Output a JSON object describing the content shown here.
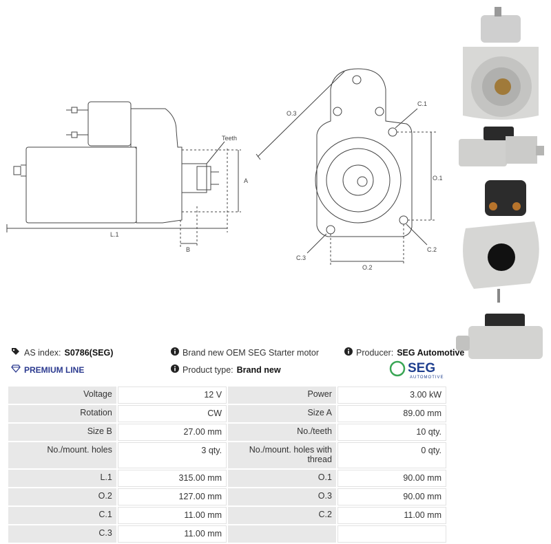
{
  "drawing": {
    "side_labels": {
      "teeth": "Teeth",
      "a": "A",
      "l1": "L.1",
      "b": "B"
    },
    "front_labels": {
      "o3": "O.3",
      "c1": "C.1",
      "o1": "O.1",
      "c2": "C.2",
      "c3": "C.3",
      "o2": "O.2"
    }
  },
  "info": {
    "as_index_label": "AS index:",
    "as_index_value": "S0786(SEG)",
    "description": "Brand new OEM SEG Starter motor",
    "producer_label": "Producer:",
    "producer_value": "SEG Automotive",
    "premium": "PREMIUM LINE",
    "product_type_label": "Product type:",
    "product_type_value": "Brand new"
  },
  "logo": {
    "name": "SEG",
    "sub": "AUTOMOTIVE",
    "color": "#1f3f8f",
    "accent": "#3aa655"
  },
  "specs": {
    "rows": [
      {
        "k1": "Voltage",
        "v1": "12 V",
        "k2": "Power",
        "v2": "3.00 kW"
      },
      {
        "k1": "Rotation",
        "v1": "CW",
        "k2": "Size A",
        "v2": "89.00 mm"
      },
      {
        "k1": "Size B",
        "v1": "27.00 mm",
        "k2": "No./teeth",
        "v2": "10 qty."
      },
      {
        "k1": "No./mount. holes",
        "v1": "3 qty.",
        "k2": "No./mount. holes with thread",
        "v2": "0 qty."
      },
      {
        "k1": "L.1",
        "v1": "315.00 mm",
        "k2": "O.1",
        "v2": "90.00 mm"
      },
      {
        "k1": "O.2",
        "v1": "127.00 mm",
        "k2": "O.3",
        "v2": "90.00 mm"
      },
      {
        "k1": "C.1",
        "v1": "11.00 mm",
        "k2": "C.2",
        "v2": "11.00 mm"
      },
      {
        "k1": "C.3",
        "v1": "11.00 mm",
        "k2": "",
        "v2": ""
      }
    ]
  }
}
